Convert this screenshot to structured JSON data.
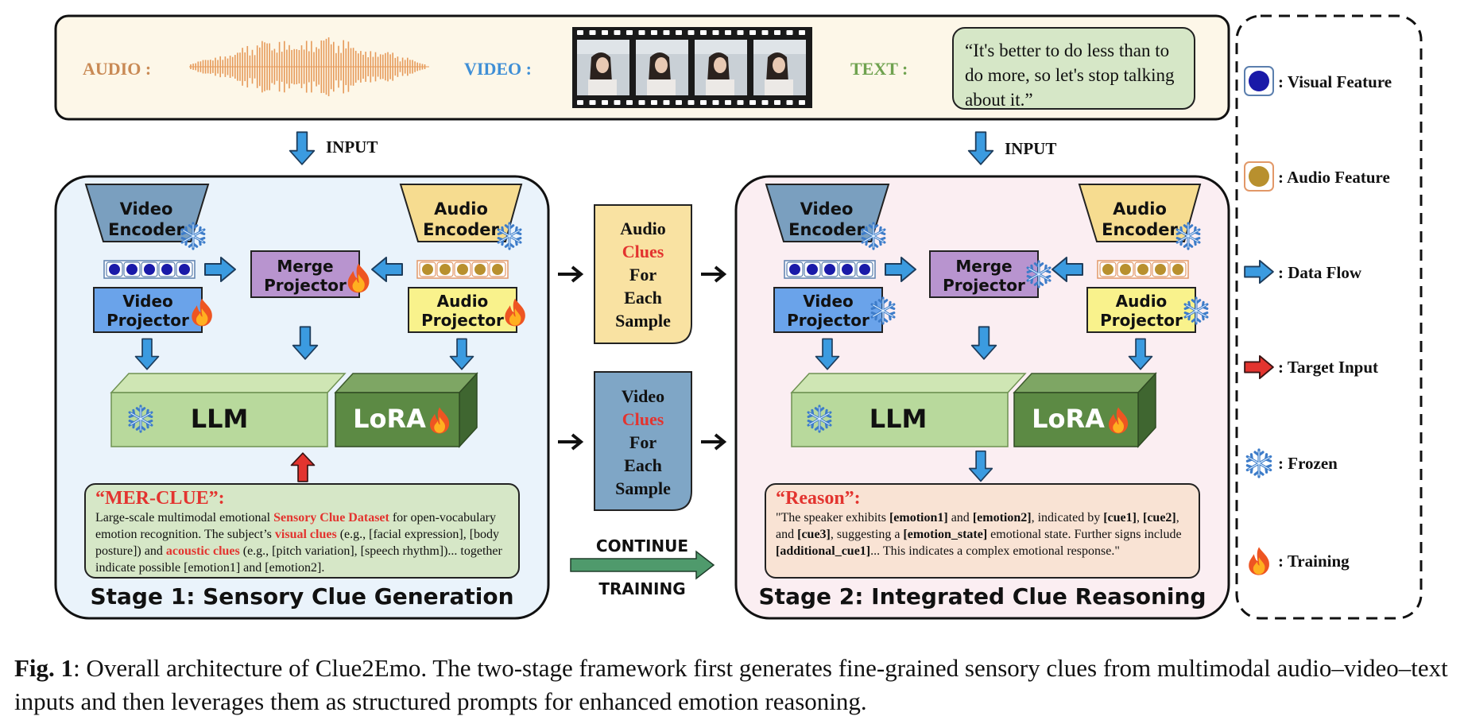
{
  "input": {
    "audio_label": "AUDIO :",
    "video_label": "VIDEO :",
    "text_label": "TEXT :",
    "text_quote": "“It's better to do less than to do more, so let's stop talking about it.”"
  },
  "arrows": {
    "input_left": "INPUT",
    "input_right": "INPUT",
    "continue": "CONTINUE",
    "training": "TRAINING"
  },
  "stage1": {
    "title": "Stage 1: Sensory Clue Generation",
    "video_encoder": [
      "Video",
      "Encoder"
    ],
    "audio_encoder": [
      "Audio",
      "Encoder"
    ],
    "merge_projector": [
      "Merge",
      "Projector"
    ],
    "video_projector": [
      "Video",
      "Projector"
    ],
    "audio_projector": [
      "Audio",
      "Projector"
    ],
    "llm": "LLM",
    "lora": "LoRA",
    "clue": {
      "title": "“MER-CLUE”:",
      "t1": "Large-scale multimodal emotional ",
      "r1": "Sensory Clue Dataset",
      "t2": " for open-vocabulary emotion recognition. The subject’s ",
      "r2": "visual clues",
      "t3": " (e.g., [facial expression], [body posture]) and ",
      "r3": "acoustic clues",
      "t4": " (e.g., [pitch variation], [speech rhythm])... together indicate possible [emotion1] and [emotion2]."
    }
  },
  "middle": {
    "audio_clues": [
      "Audio",
      "Clues",
      "For",
      "Each",
      "Sample"
    ],
    "video_clues": [
      "Video",
      "Clues",
      "For",
      "Each",
      "Sample"
    ]
  },
  "stage2": {
    "title": "Stage 2: Integrated Clue Reasoning",
    "video_encoder": [
      "Video",
      "Encoder"
    ],
    "audio_encoder": [
      "Audio",
      "Encoder"
    ],
    "merge_projector": [
      "Merge",
      "Projector"
    ],
    "video_projector": [
      "Video",
      "Projector"
    ],
    "audio_projector": [
      "Audio",
      "Projector"
    ],
    "llm": "LLM",
    "lora": "LoRA",
    "reason": {
      "title": "“Reason”:",
      "t1": "\"The speaker exhibits ",
      "b1": "[emotion1]",
      "t2": " and ",
      "b2": "[emotion2]",
      "t3": ", indicated by ",
      "b3": "[cue1]",
      "t4": ", ",
      "b4": "[cue2]",
      "t5": ", and ",
      "b5": "[cue3]",
      "t6": ", suggesting a ",
      "b6": "[emotion_state]",
      "t7": " emotional state. Further signs include ",
      "b7": "[additional_cue1]",
      "t8": "... This indicates a complex emotional response.\""
    }
  },
  "legend": {
    "visual_feature": ": Visual Feature",
    "audio_feature": ": Audio Feature",
    "data_flow": ": Data Flow",
    "target_input": ": Target Input",
    "frozen": ": Frozen",
    "training": ": Training"
  },
  "caption": {
    "label": "Fig. 1",
    "text": ": Overall architecture of Clue2Emo. The two-stage framework first generates fine-grained sensory clues from multimodal audio–video–text inputs and then leverages them as structured prompts for enhanced emotion reasoning."
  },
  "colors": {
    "audio_orange": "#c98a55",
    "video_blue": "#3f8fd6",
    "text_green": "#6fa24f",
    "arrow_blue": "#3b9be0",
    "target_red": "#e3342f",
    "flow_green": "#4f9a6c",
    "stage1_bg": "#eaf3fb",
    "stage2_bg": "#fbeef2",
    "input_bg": "#fdf7e8"
  }
}
